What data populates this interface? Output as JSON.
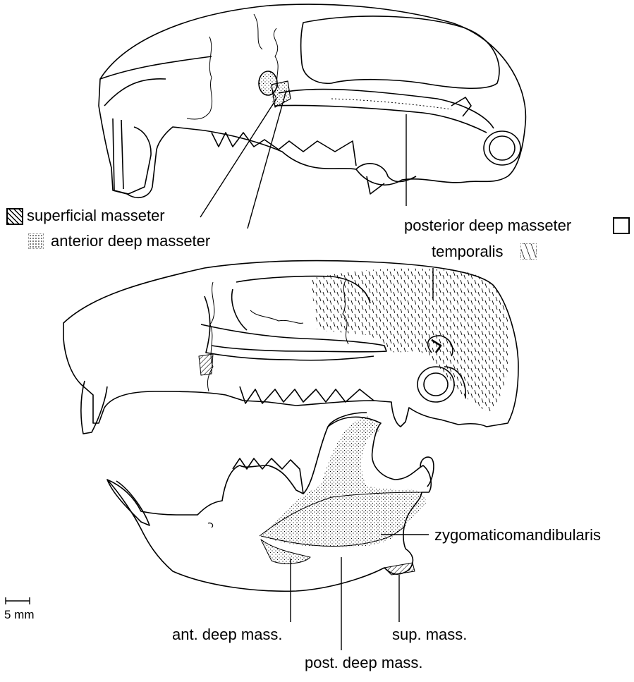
{
  "labels": {
    "superficial_masseter": "superficial masseter",
    "anterior_deep_masseter": "anterior deep masseter",
    "posterior_deep_masseter": "posterior deep masseter",
    "temporalis": "temporalis",
    "zygomaticomandibularis": "zygomaticomandibularis",
    "ant_deep_mass": "ant. deep mass.",
    "sup_mass": "sup. mass.",
    "post_deep_mass": "post. deep mass."
  },
  "scale_bar": {
    "label": "5 mm"
  },
  "legend_swatches": [
    {
      "muscle": "superficial masseter",
      "fill": "diagonal-hatch"
    },
    {
      "muscle": "anterior deep masseter",
      "fill": "fine-stipple"
    },
    {
      "muscle": "posterior deep masseter",
      "fill": "blank"
    },
    {
      "muscle": "temporalis",
      "fill": "dashed-hatch"
    }
  ]
}
